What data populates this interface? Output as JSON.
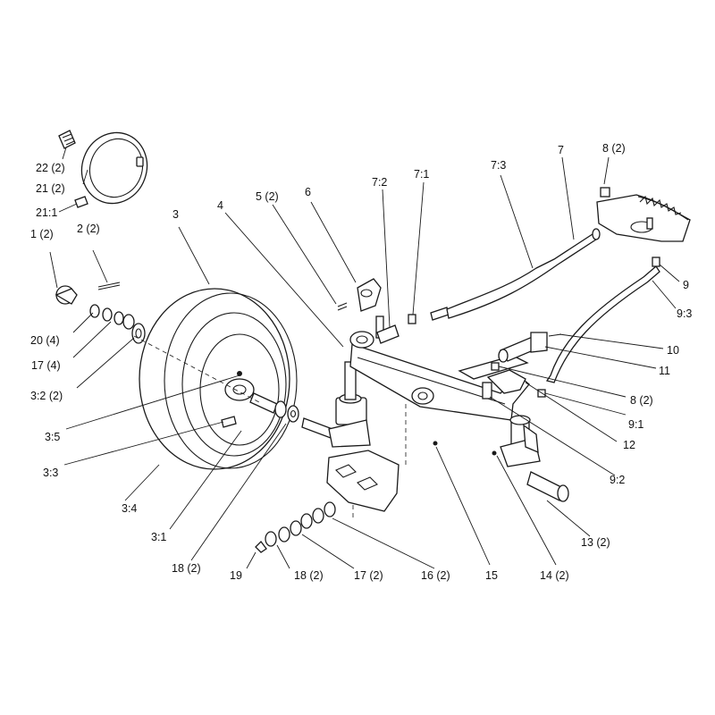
{
  "diagram": {
    "callouts": [
      {
        "id": "c22",
        "text": "22 (2)"
      },
      {
        "id": "c21",
        "text": "21 (2)"
      },
      {
        "id": "c21_1",
        "text": "21:1"
      },
      {
        "id": "c1",
        "text": "1 (2)"
      },
      {
        "id": "c2",
        "text": "2 (2)"
      },
      {
        "id": "c3",
        "text": "3"
      },
      {
        "id": "c4",
        "text": "4"
      },
      {
        "id": "c5",
        "text": "5 (2)"
      },
      {
        "id": "c6",
        "text": "6"
      },
      {
        "id": "c7_2",
        "text": "7:2"
      },
      {
        "id": "c7_1",
        "text": "7:1"
      },
      {
        "id": "c7_3",
        "text": "7:3"
      },
      {
        "id": "c7",
        "text": "7"
      },
      {
        "id": "c8a",
        "text": "8 (2)"
      },
      {
        "id": "c9",
        "text": "9"
      },
      {
        "id": "c9_3",
        "text": "9:3"
      },
      {
        "id": "c10",
        "text": "10"
      },
      {
        "id": "c11",
        "text": "11"
      },
      {
        "id": "c8b",
        "text": "8 (2)"
      },
      {
        "id": "c9_1",
        "text": "9:1"
      },
      {
        "id": "c12",
        "text": "12"
      },
      {
        "id": "c9_2",
        "text": "9:2"
      },
      {
        "id": "c20",
        "text": "20 (4)"
      },
      {
        "id": "c17a",
        "text": "17 (4)"
      },
      {
        "id": "c3_2",
        "text": "3:2 (2)"
      },
      {
        "id": "c3_5",
        "text": "3:5"
      },
      {
        "id": "c3_3",
        "text": "3:3"
      },
      {
        "id": "c3_4",
        "text": "3:4"
      },
      {
        "id": "c3_1",
        "text": "3:1"
      },
      {
        "id": "c18a",
        "text": "18 (2)"
      },
      {
        "id": "c19",
        "text": "19"
      },
      {
        "id": "c18b",
        "text": "18 (2)"
      },
      {
        "id": "c17b",
        "text": "17 (2)"
      },
      {
        "id": "c16",
        "text": "16 (2)"
      },
      {
        "id": "c15",
        "text": "15"
      },
      {
        "id": "c14",
        "text": "14 (2)"
      },
      {
        "id": "c13",
        "text": "13 (2)"
      }
    ]
  }
}
